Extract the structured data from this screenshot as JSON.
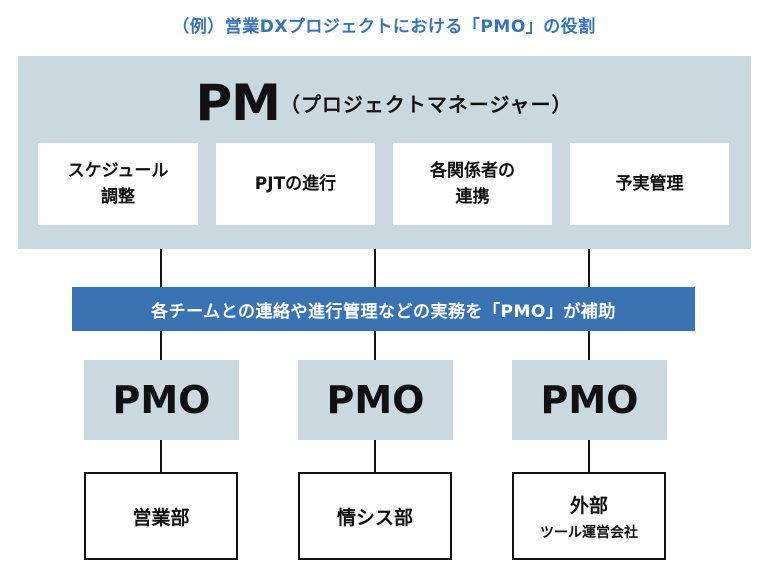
{
  "title": "（例）営業DXプロジェクトにおける「PMO」の役割",
  "pm": {
    "abbr": "PM",
    "full": "（プロジェクトマネージャー）",
    "tasks": [
      "スケジュール\n調整",
      "PJTの進行",
      "各関係者の\n連携",
      "予実管理"
    ]
  },
  "banner": "各チームとの連絡や進行管理などの実務を「PMO」が補助",
  "pmo": [
    "PMO",
    "PMO",
    "PMO"
  ],
  "departments": [
    {
      "name": "営業部",
      "sub": ""
    },
    {
      "name": "情シス部",
      "sub": ""
    },
    {
      "name": "外部",
      "sub": "ツール運営会社"
    }
  ],
  "colors": {
    "title": "#3574b8",
    "panel": "#cad8df",
    "banner": "#3a73b3"
  }
}
